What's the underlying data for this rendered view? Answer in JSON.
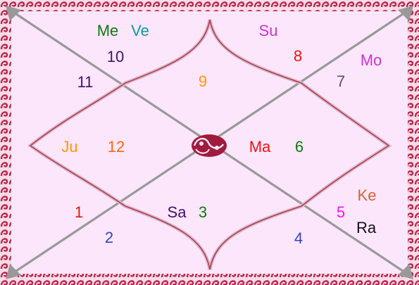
{
  "houses": [
    {
      "number": "1",
      "color": "#ee1111"
    },
    {
      "number": "2",
      "color": "#3344bb"
    },
    {
      "number": "3",
      "color": "#117711"
    },
    {
      "number": "4",
      "color": "#3344bb"
    },
    {
      "number": "5",
      "color": "#ff11ee"
    },
    {
      "number": "6",
      "color": "#117711"
    },
    {
      "number": "7",
      "color": "#555555"
    },
    {
      "number": "8",
      "color": "#ee1111"
    },
    {
      "number": "9",
      "color": "#ff9900"
    },
    {
      "number": "10",
      "color": "#441166"
    },
    {
      "number": "11",
      "color": "#441166"
    },
    {
      "number": "12",
      "color": "#ff6611"
    }
  ],
  "planets": [
    {
      "name": "Me",
      "color": "#117711"
    },
    {
      "name": "Ve",
      "color": "#119999"
    },
    {
      "name": "Su",
      "color": "#cc33cc"
    },
    {
      "name": "Mo",
      "color": "#cc33cc"
    },
    {
      "name": "Ju",
      "color": "#ff9900"
    },
    {
      "name": "Ma",
      "color": "#ee1111"
    },
    {
      "name": "Ke",
      "color": "#cc6633"
    },
    {
      "name": "Ra",
      "color": "#111111"
    },
    {
      "name": "Sa",
      "color": "#441166"
    }
  ],
  "colors": {
    "background": "#fbe6fb",
    "border": "#b8264f",
    "lines": "#999999",
    "curves": "#b23c5a",
    "center_emblem": "#a01c3c"
  }
}
